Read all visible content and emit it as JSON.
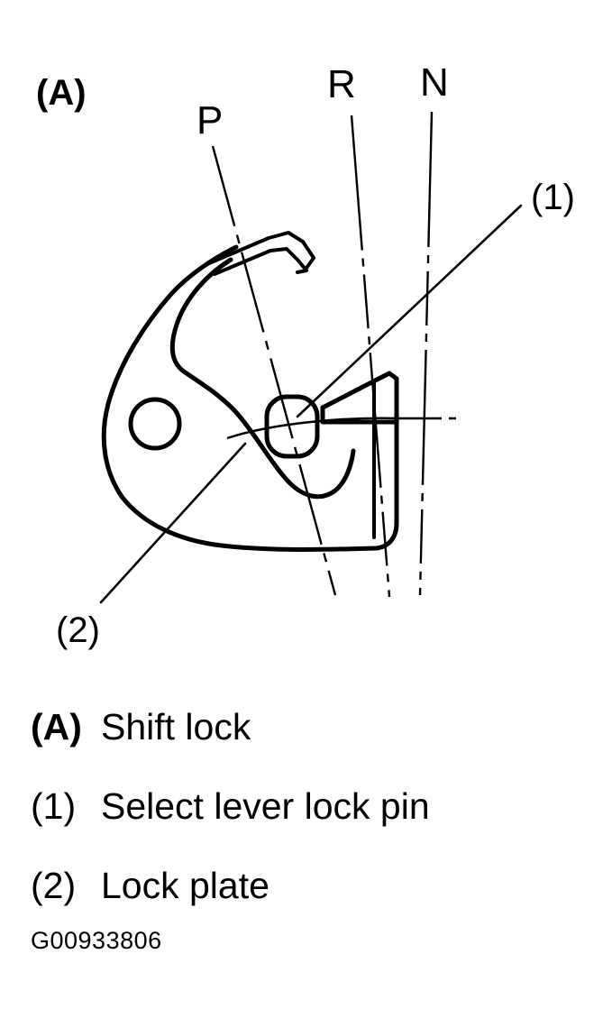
{
  "figure": {
    "panel_label": "(A)",
    "code": "G00933806",
    "gear_positions": [
      {
        "label": "P",
        "name": "park"
      },
      {
        "label": "R",
        "name": "reverse"
      },
      {
        "label": "N",
        "name": "neutral"
      }
    ],
    "callouts": [
      {
        "label": "(1)",
        "name": "select-lever-lock-pin"
      },
      {
        "label": "(2)",
        "name": "lock-plate"
      }
    ]
  },
  "legend": {
    "rows": [
      {
        "key": "(A)",
        "desc": "Shift lock",
        "bold": true
      },
      {
        "key": "(1)",
        "desc": "Select lever lock pin",
        "bold": false
      },
      {
        "key": "(2)",
        "desc": "Lock plate",
        "bold": false
      }
    ]
  }
}
